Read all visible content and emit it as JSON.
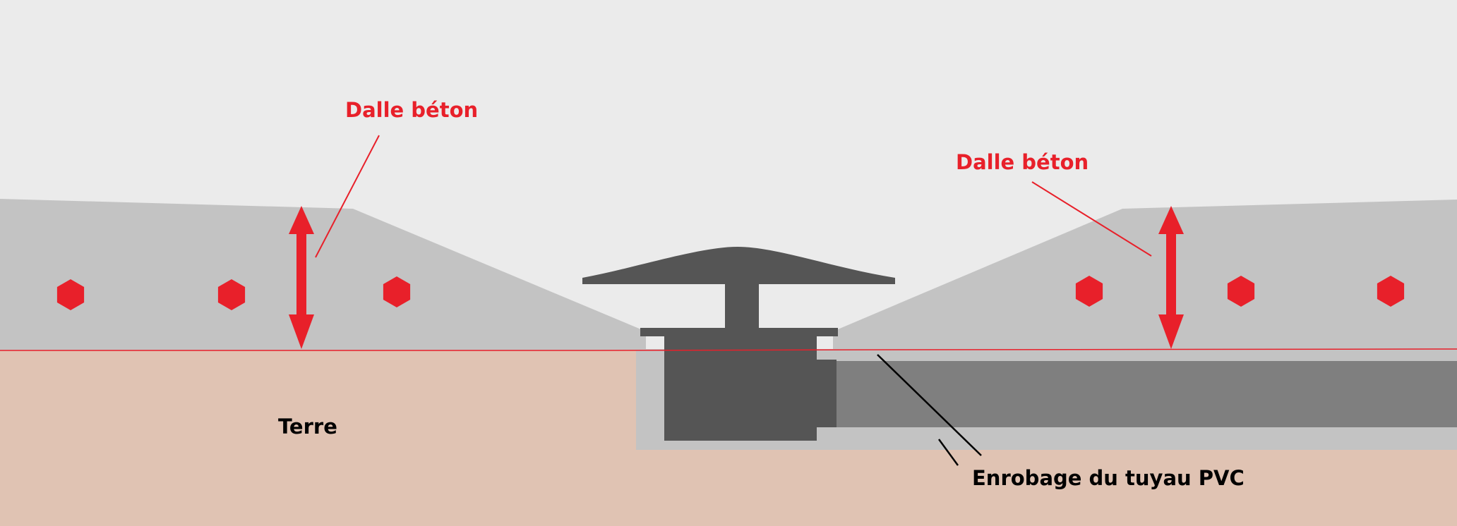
{
  "labels": {
    "slab_left": "Dalle béton",
    "slab_right": "Dalle béton",
    "soil": "Terre",
    "pipe_coating": "Enrobage du tuyau PVC"
  },
  "colors": {
    "sky": "#ebebeb",
    "concrete": "#c3c3c3",
    "soil": "#e0c3b3",
    "drain": "#555555",
    "pipe": "#7f7f7f",
    "accent_red": "#e8202a",
    "leader_black": "#000000"
  },
  "icons": {
    "rebar": "hexagon-icon",
    "thickness": "double-arrow-icon"
  }
}
